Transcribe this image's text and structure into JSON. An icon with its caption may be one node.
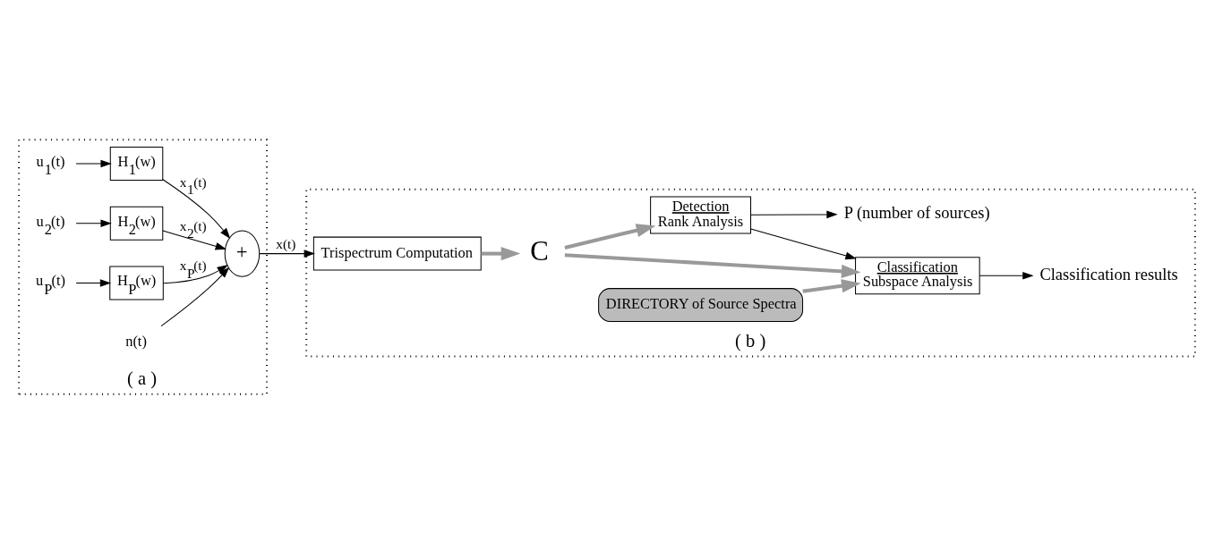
{
  "diagram": {
    "nodes": [
      {
        "text": [
          "( a )"
        ]
      },
      {
        "text": [
          "u$_{1}$(t)"
        ],
        "in": 0
      },
      {
        "text": [
          "H$_{1}$(w)"
        ],
        "in": 0
      },
      {
        "text": [
          "u$_{2}$(t)"
        ],
        "in": 0
      },
      {
        "text": [
          "H$_{2}$(w)"
        ],
        "in": 0
      },
      {
        "text": [
          "u$_{P}$(t)"
        ],
        "in": 0
      },
      {
        "text": [
          "H$_{P}$(w)"
        ],
        "in": 0
      },
      {
        "text": [
          "+"
        ],
        "in": 0
      },
      {
        "text": [
          "n(t)"
        ],
        "in": 0
      },
      {
        "text": [
          "( b )"
        ]
      },
      {
        "text": [
          "Trispectrum Computation"
        ],
        "in": 9
      },
      {
        "text": [
          "C"
        ],
        "in": 9
      },
      {
        "text": [
          "DIRECTORY of Source Spectra"
        ],
        "in": 9
      },
      {
        "text": [
          "Classification",
          "Subspace Analysis"
        ],
        "in": 9
      },
      {
        "text": [
          "Detection",
          "Rank Analysis"
        ],
        "in": 9
      },
      {
        "text": [
          "Classification results"
        ],
        "in": 9
      },
      {
        "text": [
          "P (number of sources)"
        ],
        "in": 9
      }
    ],
    "edges": [
      {
        "from": 1,
        "to": 2,
        "arrow": "to"
      },
      {
        "from": 3,
        "to": 4,
        "arrow": "to"
      },
      {
        "from": 5,
        "to": 6,
        "arrow": "to"
      },
      {
        "from": 2,
        "to": 7,
        "arrow": "to",
        "label": "x$_{1}$(t)"
      },
      {
        "from": 4,
        "to": 7,
        "arrow": "to",
        "label": "x$_{2}$(t)"
      },
      {
        "from": 6,
        "to": 7,
        "arrow": "to",
        "label": "x$_{P}$(t)"
      },
      {
        "from": 8,
        "to": 7,
        "arrow": "to"
      },
      {
        "from": 7,
        "to": 10,
        "arrow": "to",
        "label": "x(t)"
      },
      {
        "from": 10,
        "to": 11,
        "arrow": "to",
        "style": "thick",
        "color": "#999999"
      },
      {
        "from": 11,
        "to": 13,
        "arrow": "to",
        "style": "thick",
        "color": "#999999"
      },
      {
        "from": 11,
        "to": 14,
        "arrow": "to",
        "style": "thick",
        "color": "#999999"
      },
      {
        "from": 12,
        "to": 13,
        "arrow": "to",
        "style": "thick",
        "color": "#999999"
      },
      {
        "from": 13,
        "to": 15,
        "arrow": "to"
      },
      {
        "from": 14,
        "to": 16,
        "arrow": "to"
      },
      {
        "from": 14,
        "to": 13,
        "arrow": "to"
      }
    ]
  }
}
